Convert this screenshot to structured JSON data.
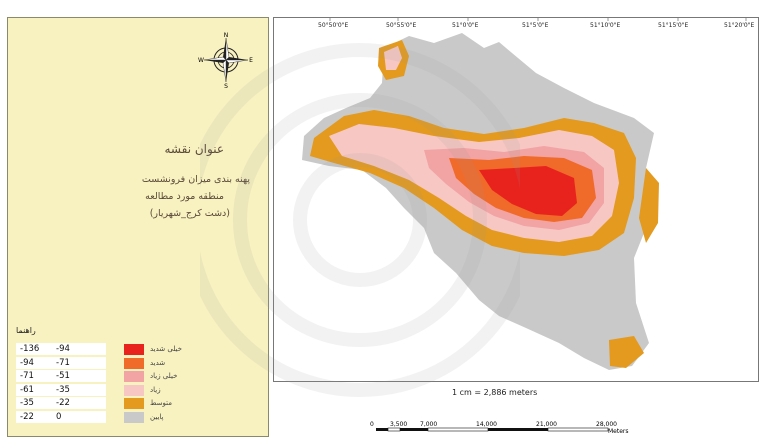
{
  "legend_panel": {
    "title": "عنوان نقشه",
    "description": [
      "پهنه بندی میزان فرونشست",
      "منطقه مورد مطالعه",
      "(دشت کرج_شهریار)"
    ],
    "legend_title": "راهنما",
    "classes": [
      {
        "min": "-136",
        "max": "-94",
        "label": "خیلی شدید",
        "color": "#e8231e"
      },
      {
        "min": "-94",
        "max": "-71",
        "label": "شدید",
        "color": "#f06a2a"
      },
      {
        "min": "-71",
        "max": "-51",
        "label": "خیلی زیاد",
        "color": "#f2a3a3"
      },
      {
        "min": "-61",
        "max": "-35",
        "label": "زیاد",
        "color": "#f7c7c4"
      },
      {
        "min": "-35",
        "max": "-22",
        "label": "متوسط",
        "color": "#e39a1e"
      },
      {
        "min": "-22",
        "max": "0",
        "label": "پایین",
        "color": "#c9c9c9"
      }
    ],
    "compass": {
      "n": "N",
      "s": "S",
      "e": "E",
      "w": "W"
    }
  },
  "map": {
    "longitude_ticks": [
      "50°50'0\"E",
      "50°55'0\"E",
      "51°0'0\"E",
      "51°5'0\"E",
      "51°10'0\"E",
      "51°15'0\"E",
      "51°20'0\"E"
    ],
    "scale_text": "1 cm = 2,886 meters",
    "scale_labels": [
      "0",
      "3,500",
      "7,000",
      "14,000",
      "21,000",
      "28,000"
    ],
    "scale_unit": "Meters"
  }
}
